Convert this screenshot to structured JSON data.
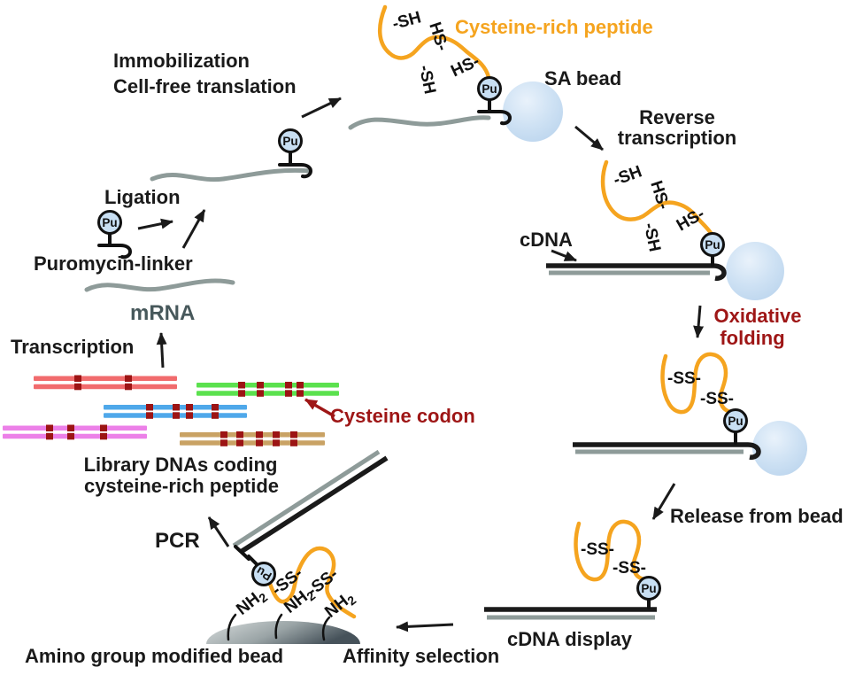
{
  "labels": {
    "immobilization": "Immobilization",
    "cell_free_translation": "Cell-free translation",
    "cysteine_rich_peptide": "Cysteine-rich peptide",
    "sa_bead": "SA bead",
    "reverse_line1": "Reverse",
    "reverse_line2": "transcription",
    "cdna": "cDNA",
    "oxidative_line1": "Oxidative",
    "oxidative_line2": "folding",
    "release_from_bead": "Release from bead",
    "cdna_display": "cDNA display",
    "affinity_selection": "Affinity selection",
    "amino_bead": "Amino group modified bead",
    "pcr": "PCR",
    "library_line1": "Library DNAs coding",
    "library_line2": "cysteine-rich peptide",
    "cysteine_codon": "Cysteine codon",
    "transcription": "Transcription",
    "mrna": "mRNA",
    "ligation": "Ligation",
    "puromycin_linker": "Puromycin-linker"
  },
  "molecule_tags": {
    "pu": "Pu",
    "sh_lead": "-SH",
    "sh_trail": "HS-",
    "ss": "-SS-",
    "nh": "NH",
    "nh_sub": "2"
  },
  "colors": {
    "peptide_orange": "#F5A41F",
    "dark_red_text": "#9E1616",
    "black_ink": "#1A1A1A",
    "mrna_strand_gray": "#8E9B99",
    "mrna_text_teal": "#47585B",
    "pu_circle_fill": "#C8DFF3",
    "bead_light": "#E9F2FB",
    "bead_mid": "#CFE2F4",
    "bead_edge": "#BDD6EE",
    "dome_light": "#D8DDDD",
    "dome_dark": "#46525A",
    "dna_red": "#F16B6D",
    "dna_green": "#5BE14E",
    "dna_blue": "#4FA8EA",
    "dna_magenta": "#EC80E8",
    "dna_tan": "#C9A264",
    "cysteine_codon_mark": "#9C1414"
  }
}
